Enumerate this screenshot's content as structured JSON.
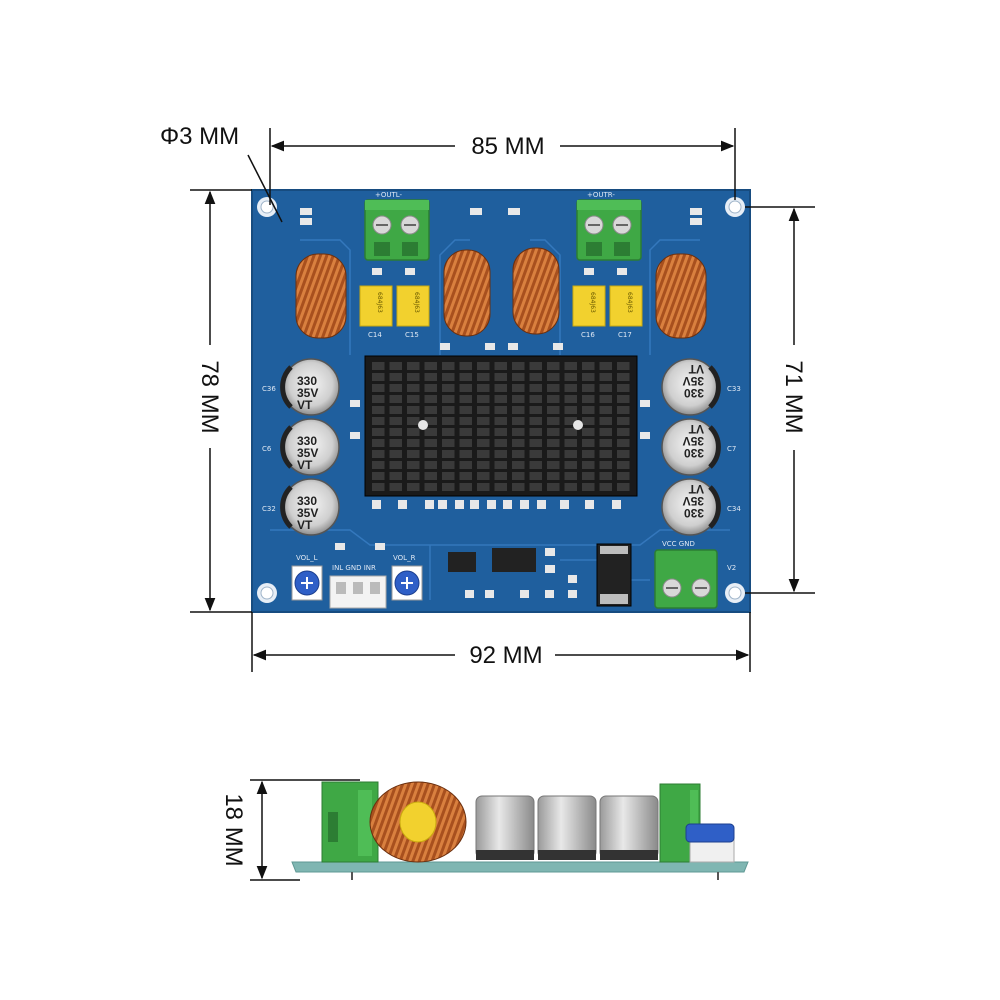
{
  "dimensions": {
    "hole": "Φ3 MM",
    "hole_spacing_width": "85 MM",
    "board_width": "92 MM",
    "board_height": "78 MM",
    "hole_spacing_height": "71 MM",
    "thickness": "18 MM"
  },
  "silkscreen": {
    "out_left": "+OUTL-",
    "out_right": "+OUTR-",
    "vol_l": "VOL_L",
    "vol_r": "VOL_R",
    "input": "INL GND INR",
    "power": "VCC GND",
    "v2": "V2",
    "c36": "C36",
    "c6": "C6",
    "c32": "C32",
    "c33": "C33",
    "c7": "C7",
    "c34": "C34",
    "c14": "C14",
    "c15": "C15",
    "c16": "C16",
    "c17": "C17"
  },
  "capacitor": {
    "line1": "330",
    "line2": "35V",
    "line3": "VT"
  },
  "film_capacitor": "684J63",
  "colors": {
    "pcb": "#1f5f9e",
    "pcb_dark": "#174c80",
    "terminal": "#3fa845",
    "heatsink": "#1a1a1a",
    "coil": "#a8501e",
    "film_cap": "#f2d12e",
    "dimension_line": "#111111"
  }
}
